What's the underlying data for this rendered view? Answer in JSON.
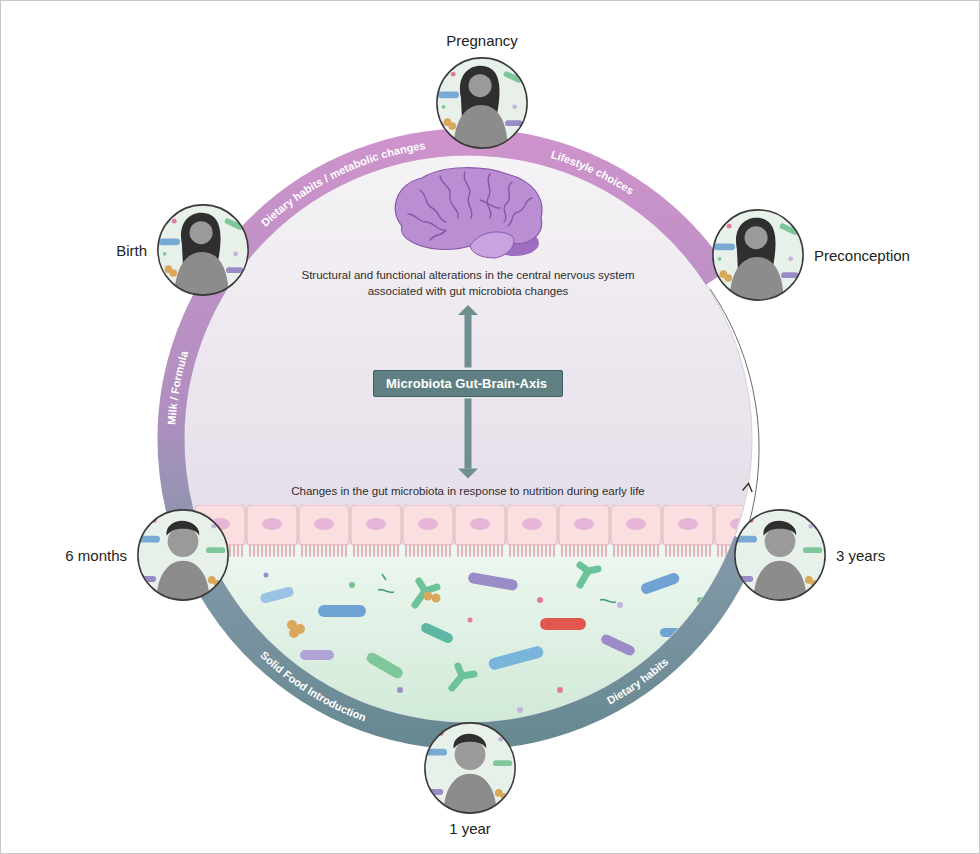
{
  "diagram": {
    "nodes": [
      {
        "text": [
          "Pregnancy"
        ]
      },
      {
        "text": [
          "Birth"
        ]
      },
      {
        "text": [
          "Preconception"
        ]
      },
      {
        "text": [
          "Microbiota Gut-Brain-Axis"
        ]
      },
      {
        "text": [
          "6 months"
        ]
      },
      {
        "text": [
          "3 years"
        ]
      },
      {
        "text": [
          "1 year"
        ]
      }
    ],
    "edges": [],
    "labels": [
      "Dietary habits / metabolic changes",
      "Lifestyle choices",
      "Structural and functional alterations in the central nervous system associated with gut microbiota changes",
      "Milk / Formula",
      "Changes in the gut microbiota in response to nutrition during early life",
      "Solid Food Introduction",
      "Dietary habits"
    ]
  }
}
